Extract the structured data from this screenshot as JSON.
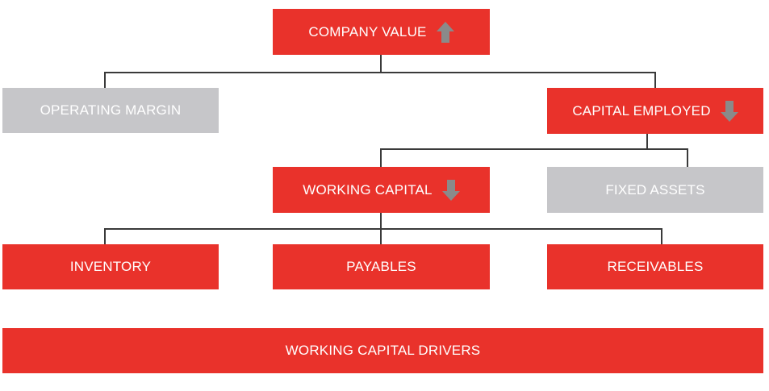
{
  "colors": {
    "highlight": "#e9322b",
    "neutral": "#c6c6c9",
    "connector": "#3a3a3a",
    "arrow": "#8a8a8a",
    "text": "#ffffff"
  },
  "nodes": {
    "company_value": {
      "label": "COMPANY VALUE",
      "trend": "up",
      "icon": "up-arrow-icon"
    },
    "operating_margin": {
      "label": "OPERATING MARGIN"
    },
    "capital_employed": {
      "label": "CAPITAL EMPLOYED",
      "trend": "down",
      "icon": "down-arrow-icon"
    },
    "working_capital": {
      "label": "WORKING CAPITAL",
      "trend": "down",
      "icon": "down-arrow-icon"
    },
    "fixed_assets": {
      "label": "FIXED ASSETS"
    },
    "inventory": {
      "label": "INVENTORY"
    },
    "payables": {
      "label": "PAYABLES"
    },
    "receivables": {
      "label": "RECEIVABLES"
    },
    "working_capital_drivers": {
      "label": "WORKING CAPITAL DRIVERS"
    }
  }
}
